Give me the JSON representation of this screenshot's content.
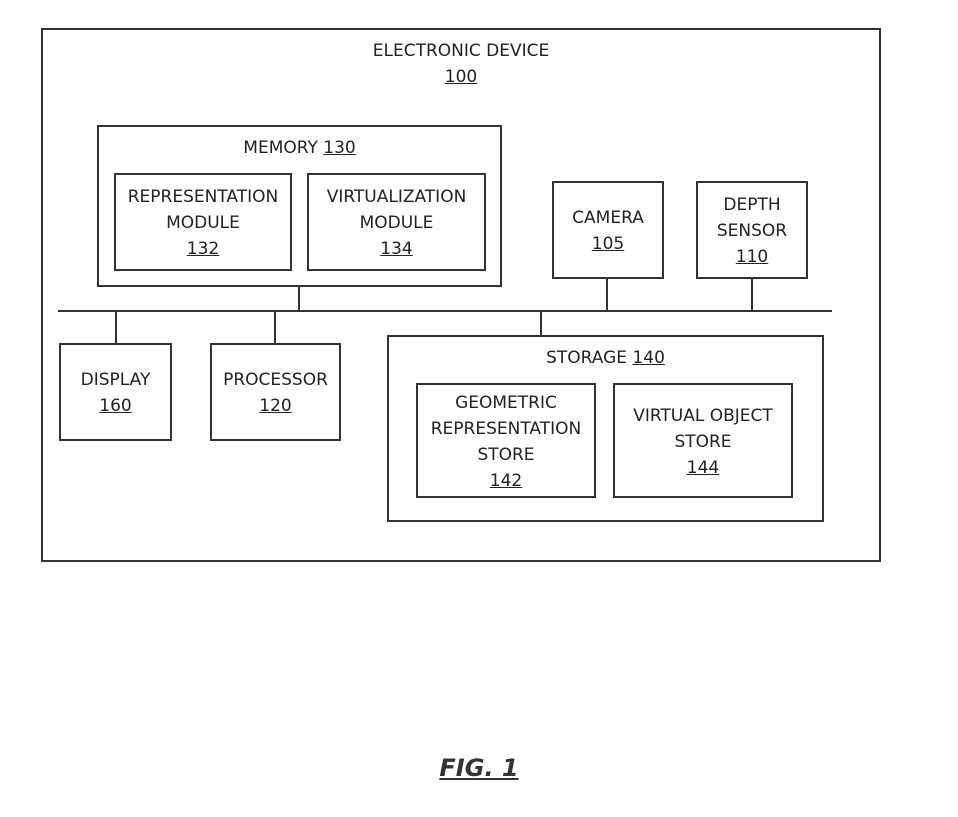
{
  "device": {
    "title": "ELECTRONIC DEVICE",
    "ref": "100"
  },
  "memory": {
    "title": "MEMORY",
    "ref": "130"
  },
  "representation_module": {
    "line1": "REPRESENTATION",
    "line2": "MODULE",
    "ref": "132"
  },
  "virtualization_module": {
    "line1": "VIRTUALIZATION",
    "line2": "MODULE",
    "ref": "134"
  },
  "camera": {
    "title": "CAMERA",
    "ref": "105"
  },
  "depth_sensor": {
    "line1": "DEPTH",
    "line2": "SENSOR",
    "ref": "110"
  },
  "display": {
    "title": "DISPLAY",
    "ref": "160"
  },
  "processor": {
    "title": "PROCESSOR",
    "ref": "120"
  },
  "storage": {
    "title": "STORAGE",
    "ref": "140"
  },
  "geometric_store": {
    "line1": "GEOMETRIC",
    "line2": "REPRESENTATION",
    "line3": "STORE",
    "ref": "142"
  },
  "virtual_object_store": {
    "line1": "VIRTUAL OBJECT",
    "line2": "STORE",
    "ref": "144"
  },
  "figure_label": "FIG. 1"
}
